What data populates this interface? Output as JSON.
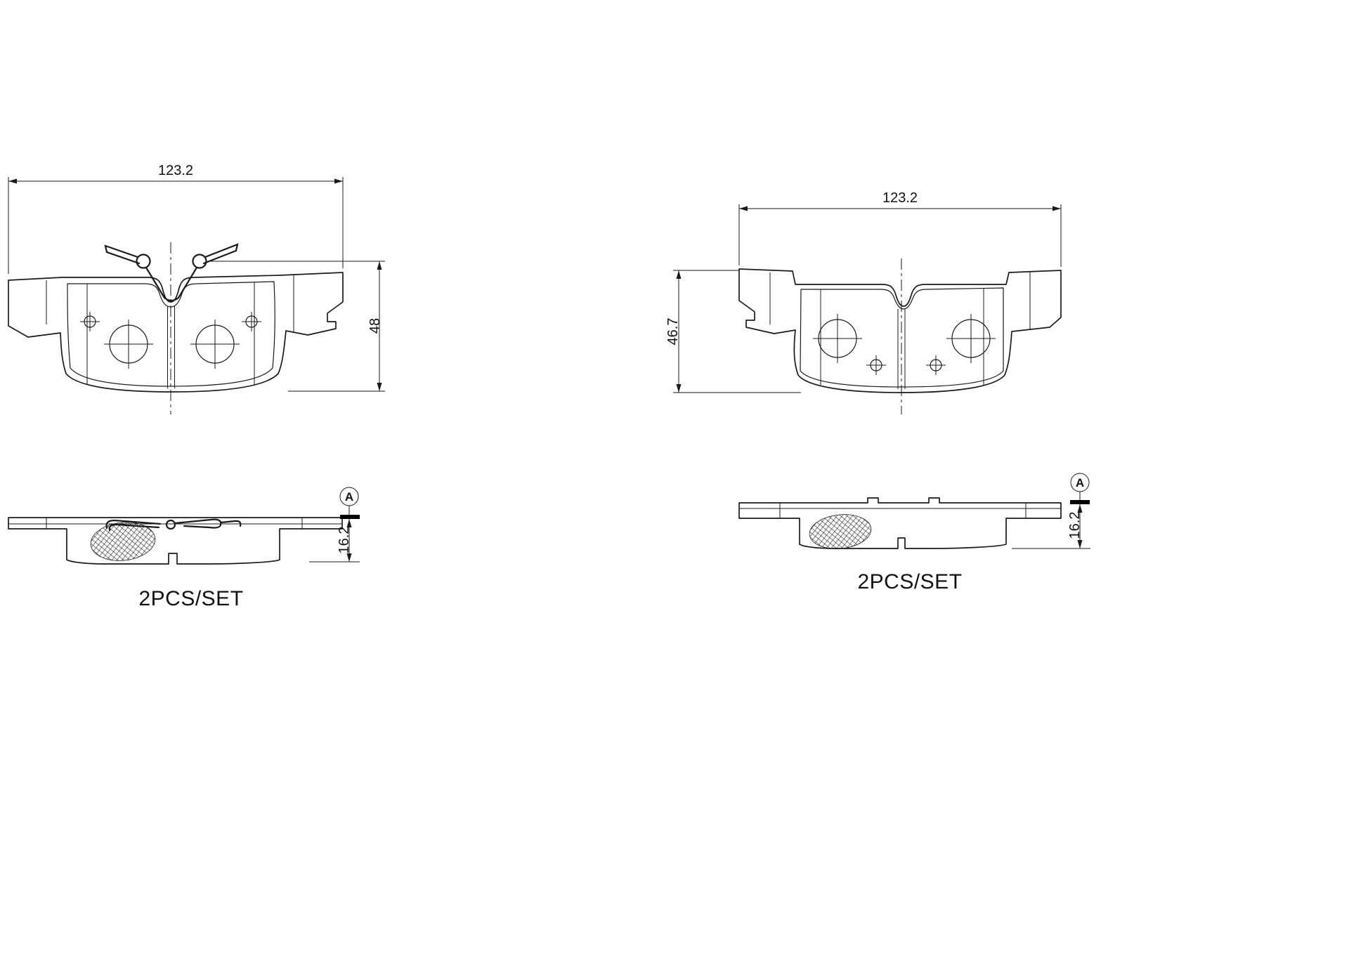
{
  "views": {
    "left_front": {
      "width_dim": "123.2",
      "height_dim": "48"
    },
    "left_side": {
      "thickness_dim": "16.2",
      "section_label": "A",
      "set_label": "2PCS/SET"
    },
    "right_front": {
      "width_dim": "123.2",
      "height_dim": "46.7"
    },
    "right_side": {
      "thickness_dim": "16.2",
      "section_label": "A",
      "set_label": "2PCS/SET"
    }
  },
  "style": {
    "line_color": "#1a1a1a",
    "background": "#ffffff"
  }
}
